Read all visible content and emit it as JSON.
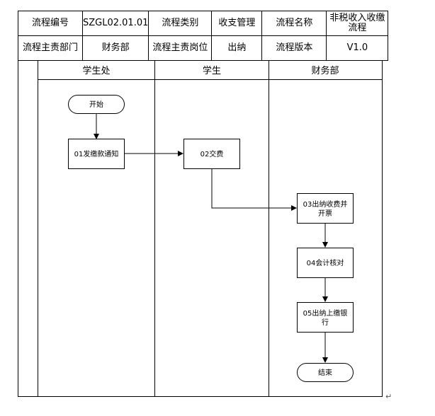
{
  "header": {
    "row1": [
      {
        "text": "流程编号"
      },
      {
        "text": "SZGL02.01.01"
      },
      {
        "text": "流程类别"
      },
      {
        "text": "收支管理"
      },
      {
        "text": "流程名称"
      },
      {
        "text": "非税收入收缴\n流程"
      }
    ],
    "row2": [
      {
        "text": "流程主责部门"
      },
      {
        "text": "财务部"
      },
      {
        "text": "流程主责岗位"
      },
      {
        "text": "出纳"
      },
      {
        "text": "流程版本"
      },
      {
        "text": "V1.0"
      }
    ]
  },
  "lanes": [
    {
      "title": "学生处"
    },
    {
      "title": "学生"
    },
    {
      "title": "财务部"
    }
  ],
  "nodes": {
    "start": {
      "lines": [
        "开始"
      ]
    },
    "n01": {
      "lines": [
        "01发缴款通知"
      ]
    },
    "n02": {
      "lines": [
        "02交费"
      ]
    },
    "n03": {
      "lines": [
        "03出纳收费并",
        "开票"
      ]
    },
    "n04": {
      "lines": [
        "04会计核对"
      ]
    },
    "n05": {
      "lines": [
        "05出纳上缴银",
        "行"
      ]
    },
    "end": {
      "lines": [
        "结束"
      ]
    }
  },
  "page_mark": "↵"
}
